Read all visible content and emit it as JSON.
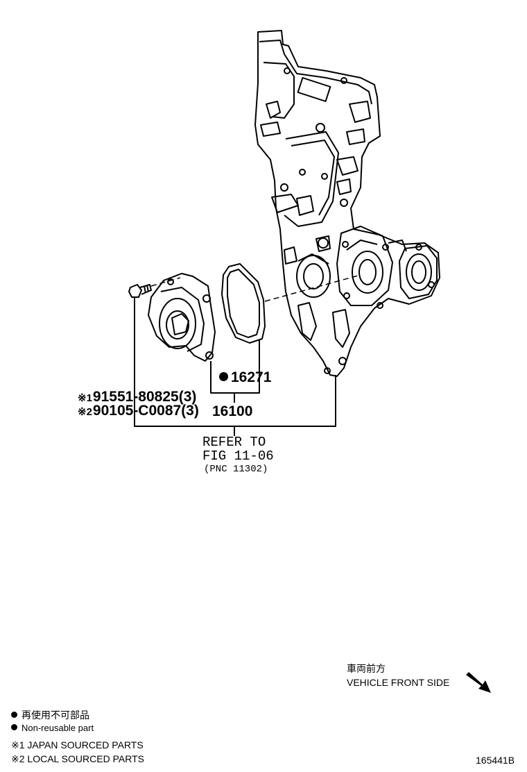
{
  "parts": {
    "gasket": "16271",
    "pump": "16100",
    "bolt_japan": "91551-80825(3)",
    "bolt_local": "90105-C0087(3)",
    "bolt_japan_mark": "※1",
    "bolt_local_mark": "※2"
  },
  "refer": {
    "line1": "REFER TO",
    "line2": "FIG 11-06",
    "line3": "(PNC 11302)"
  },
  "direction": {
    "jp": "車両前方",
    "en": "VEHICLE FRONT SIDE"
  },
  "legend": {
    "nonreusable_jp": "再使用不可部品",
    "nonreusable_en": "Non-reusable part",
    "japan_sourced": "※1 JAPAN SOURCED PARTS",
    "local_sourced": "※2 LOCAL SOURCED PARTS"
  },
  "figure_id": "165441B",
  "colors": {
    "ink": "#000000",
    "paper": "#ffffff"
  }
}
